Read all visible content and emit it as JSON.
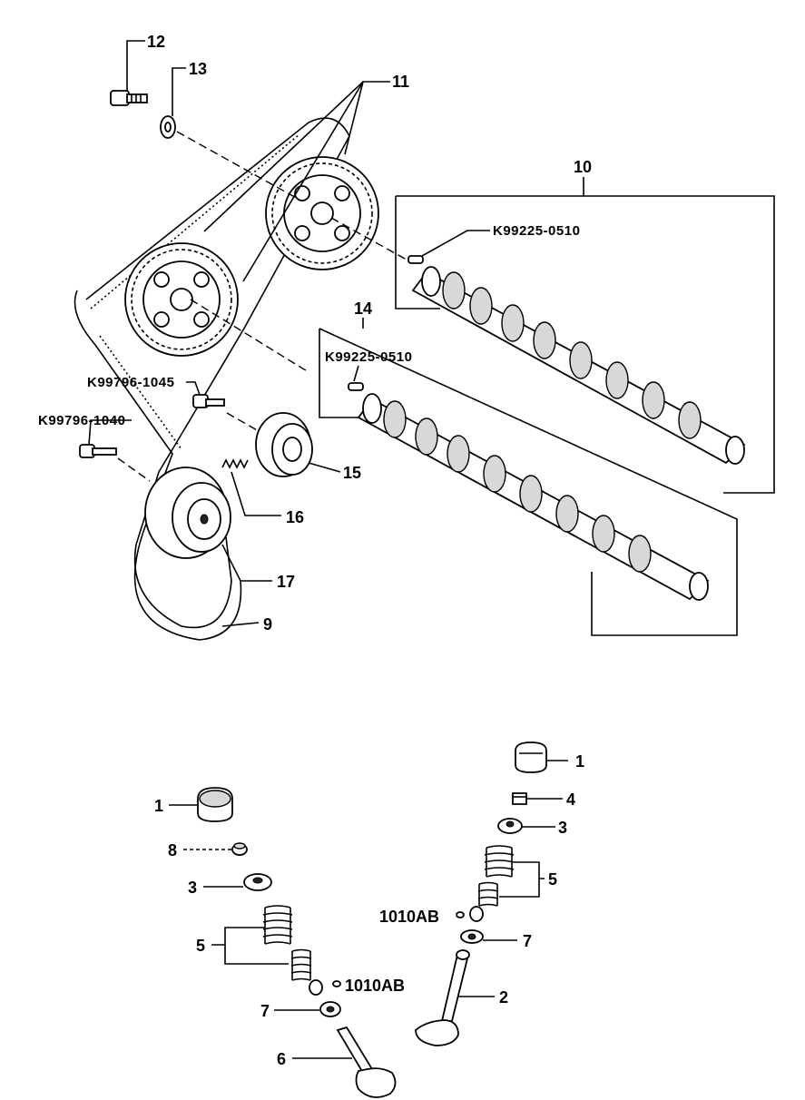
{
  "callouts": {
    "c12": "12",
    "c13": "13",
    "c11": "11",
    "c10": "10",
    "c14": "14",
    "c15": "15",
    "c16": "16",
    "c17": "17",
    "c9": "9",
    "k_upper_pin": "K99225-0510",
    "k_lower_pin": "K99225-0510",
    "k_bolt_1045": "K99796-1045",
    "k_bolt_1040": "K99796-1040",
    "v_left_1": "1",
    "v_left_8": "8",
    "v_left_3": "3",
    "v_left_5": "5",
    "v_left_1010": "1010AB",
    "v_left_7": "7",
    "v_left_6": "6",
    "v_right_1": "1",
    "v_right_4": "4",
    "v_right_3": "3",
    "v_right_5": "5",
    "v_right_1010": "1010AB",
    "v_right_7": "7",
    "v_right_2": "2"
  }
}
